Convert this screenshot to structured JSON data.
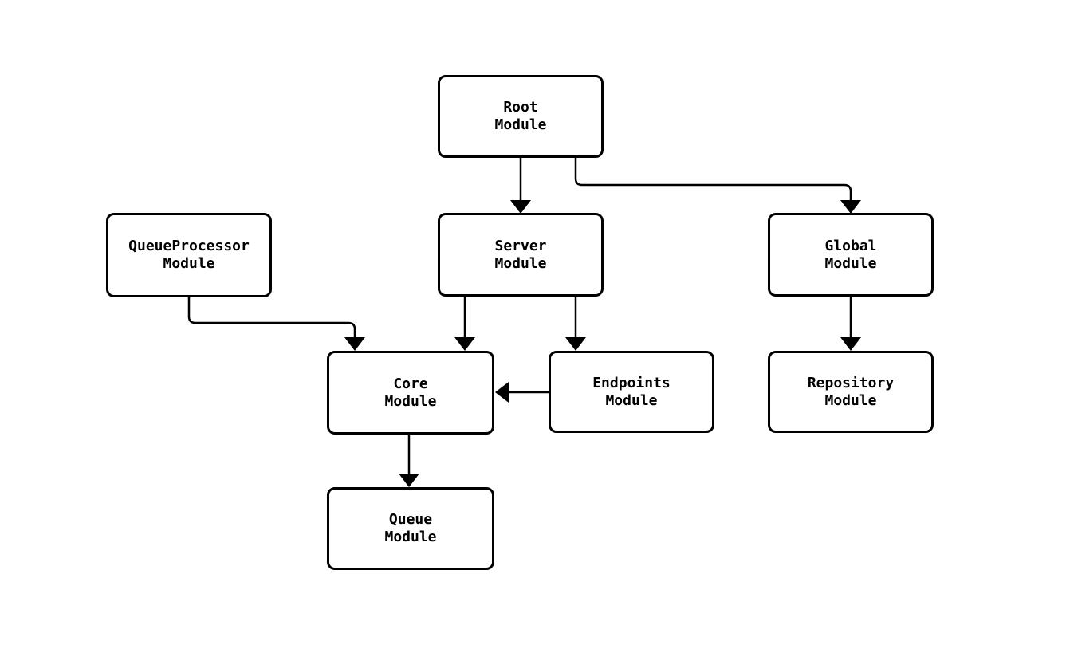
{
  "diagram": {
    "type": "module-dependency-flowchart",
    "colors": {
      "background": "#ffffff",
      "node_fill": "#ffffff",
      "node_border": "#000000",
      "edge_stroke": "#000000",
      "text": "#000000"
    },
    "nodes": {
      "root": {
        "label": "Root\nModule"
      },
      "queueprocessor": {
        "label": "QueueProcessor\nModule"
      },
      "server": {
        "label": "Server\nModule"
      },
      "global": {
        "label": "Global\nModule"
      },
      "core": {
        "label": "Core\nModule"
      },
      "endpoints": {
        "label": "Endpoints\nModule"
      },
      "repository": {
        "label": "Repository\nModule"
      },
      "queue": {
        "label": "Queue\nModule"
      }
    },
    "edges": [
      {
        "from": "Root Module",
        "to": "Server Module"
      },
      {
        "from": "Root Module",
        "to": "Global Module"
      },
      {
        "from": "QueueProcessor Module",
        "to": "Core Module"
      },
      {
        "from": "Server Module",
        "to": "Core Module"
      },
      {
        "from": "Server Module",
        "to": "Endpoints Module"
      },
      {
        "from": "Endpoints Module",
        "to": "Core Module"
      },
      {
        "from": "Global Module",
        "to": "Repository Module"
      },
      {
        "from": "Core Module",
        "to": "Queue Module"
      }
    ]
  }
}
